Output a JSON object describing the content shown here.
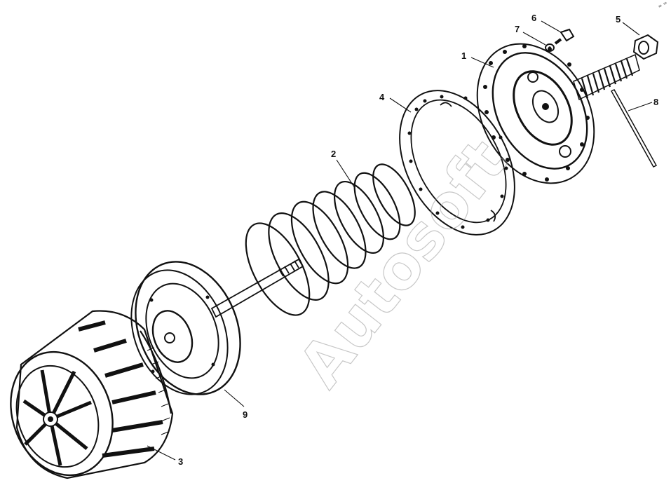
{
  "watermark": "Autosoft",
  "corner_mark": "≈ ∞",
  "callouts": [
    {
      "id": "1",
      "text": "1"
    },
    {
      "id": "2",
      "text": "2"
    },
    {
      "id": "3",
      "text": "3"
    },
    {
      "id": "4",
      "text": "4"
    },
    {
      "id": "5",
      "text": "5"
    },
    {
      "id": "6",
      "text": "6"
    },
    {
      "id": "7",
      "text": "7"
    },
    {
      "id": "8",
      "text": "8"
    },
    {
      "id": "9",
      "text": "9"
    }
  ],
  "colors": {
    "ink": "#111111",
    "background": "#ffffff",
    "watermark": "#9a9a9a"
  }
}
